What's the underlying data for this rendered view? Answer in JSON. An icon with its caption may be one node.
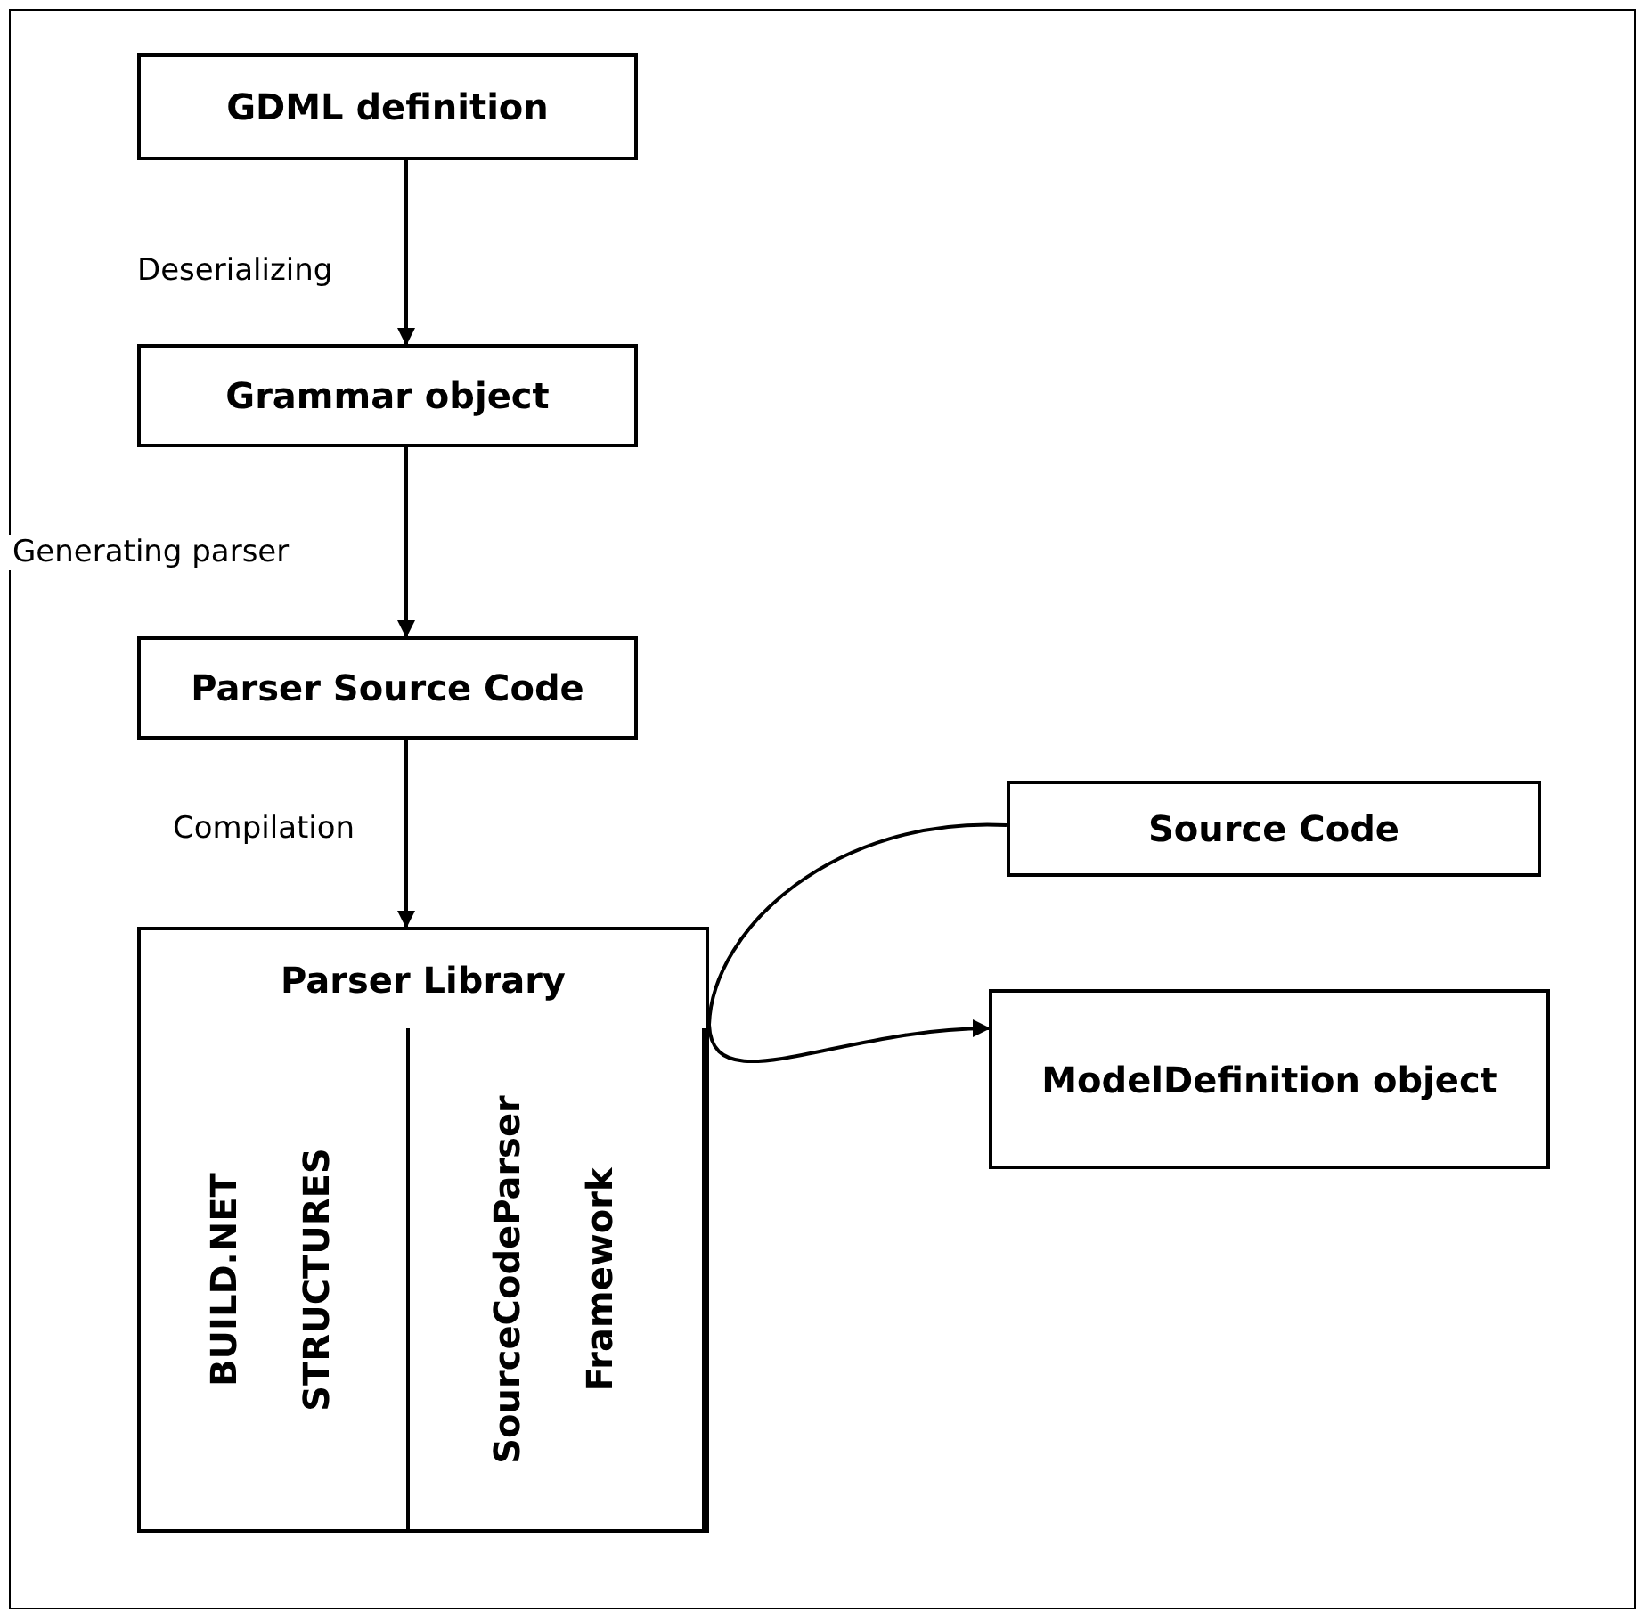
{
  "diagram": {
    "nodes": [
      {
        "text": [
          "GDML definition"
        ]
      },
      {
        "text": [
          "Grammar object"
        ]
      },
      {
        "text": [
          "Parser Source Code"
        ]
      },
      {
        "text": [
          "Parser Library"
        ]
      },
      {
        "text": [
          "BUILD.NET STRUCTURES"
        ],
        "in": 3
      },
      {
        "text": [
          "SourceCodeParser Framework"
        ],
        "in": 3
      },
      {
        "text": [
          "Source Code"
        ]
      },
      {
        "text": [
          "ModelDefinition object"
        ]
      }
    ],
    "edges": [
      {
        "from": 0,
        "to": 1,
        "arrow": "to",
        "label": "Deserializing"
      },
      {
        "from": 1,
        "to": 2,
        "arrow": "to",
        "label": "Generating parser"
      },
      {
        "from": 2,
        "to": 3,
        "arrow": "to",
        "label": "Compilation"
      },
      {
        "from": 6,
        "to": 3,
        "arrow": "none"
      },
      {
        "from": 3,
        "to": 7,
        "arrow": "to"
      }
    ]
  }
}
